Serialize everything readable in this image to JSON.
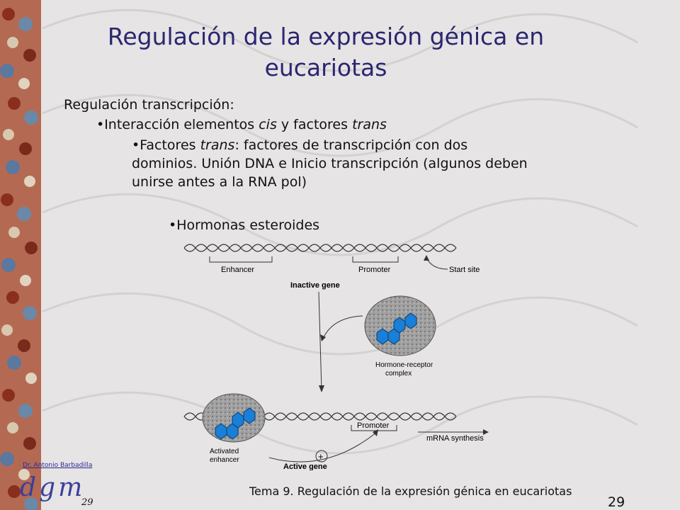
{
  "slide": {
    "title_line1": "Regulación de la expresión génica en",
    "title_line2": "eucariotas",
    "heading": "Regulación transcripción:",
    "bullet1_prefix": "•Interacción elementos ",
    "bullet1_cis": "cis",
    "bullet1_mid": " y factores ",
    "bullet1_trans": "trans",
    "bullet2_prefix": "•Factores ",
    "bullet2_trans": "trans",
    "bullet2_line1_rest": ": factores de transcripción con dos",
    "bullet2_line2": "dominios. Unión DNA e Inicio transcripción (algunos deben",
    "bullet2_line3": "unirse antes a la RNA pol)",
    "bullet3": "•Hormonas esteroides"
  },
  "diagram": {
    "enhancer": "Enhancer",
    "promoter": "Promoter",
    "start_site": "Start site",
    "inactive_gene": "Inactive gene",
    "hormone_receptor_1": "Hormone-receptor",
    "hormone_receptor_2": "complex",
    "promoter2": "Promoter",
    "mrna": "mRNA synthesis",
    "activated_1": "Activated",
    "activated_2": "enhancer",
    "plus": "+",
    "active_gene": "Active gene"
  },
  "footer": {
    "author": "Dr. Antonio Barbadilla",
    "logo": "dgm",
    "slide_number_small": "29",
    "course_title": "Tema 9. Regulación de la expresión génica en eucariotas",
    "slide_number": "29"
  },
  "colors": {
    "title": "#2a2670",
    "hexagon": "#1a7fd6",
    "nucleus": "#9a9a9a"
  }
}
